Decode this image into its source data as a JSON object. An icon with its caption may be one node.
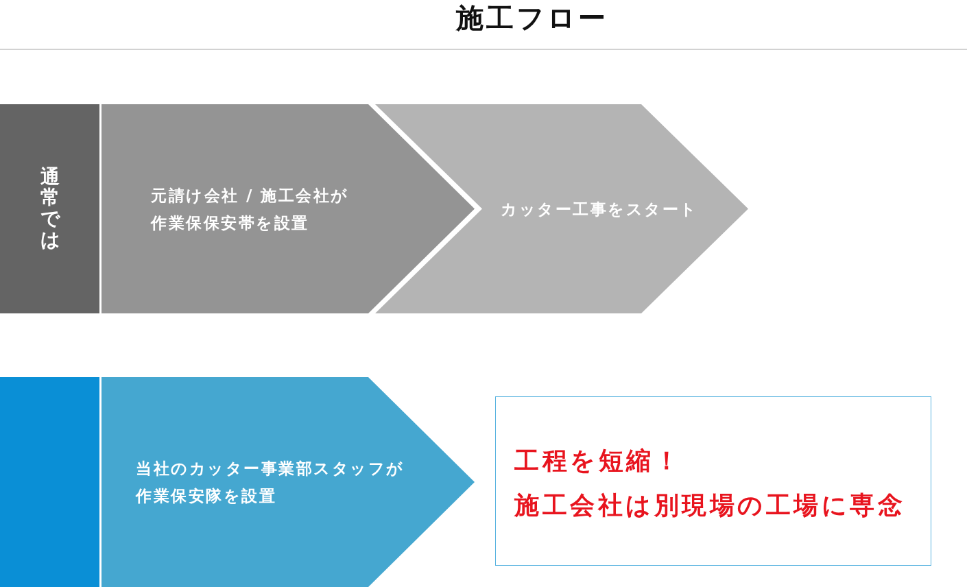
{
  "diagram": {
    "title": "施工フロー",
    "nodes": [
      {
        "text": [
          "通常では"
        ]
      },
      {
        "text": [
          "元請け会社 / 施工会社が作業保保安帯を設置"
        ]
      },
      {
        "text": [
          "カッター工事をスタート"
        ]
      },
      {
        "text": [],
        "shape": "box"
      },
      {
        "text": [
          "当社のカッター事業部スタッフが作業保安隊を設置"
        ]
      },
      {
        "text": [
          "工程を短縮！",
          "施工会社は別現場の工場に専念"
        ]
      }
    ]
  }
}
